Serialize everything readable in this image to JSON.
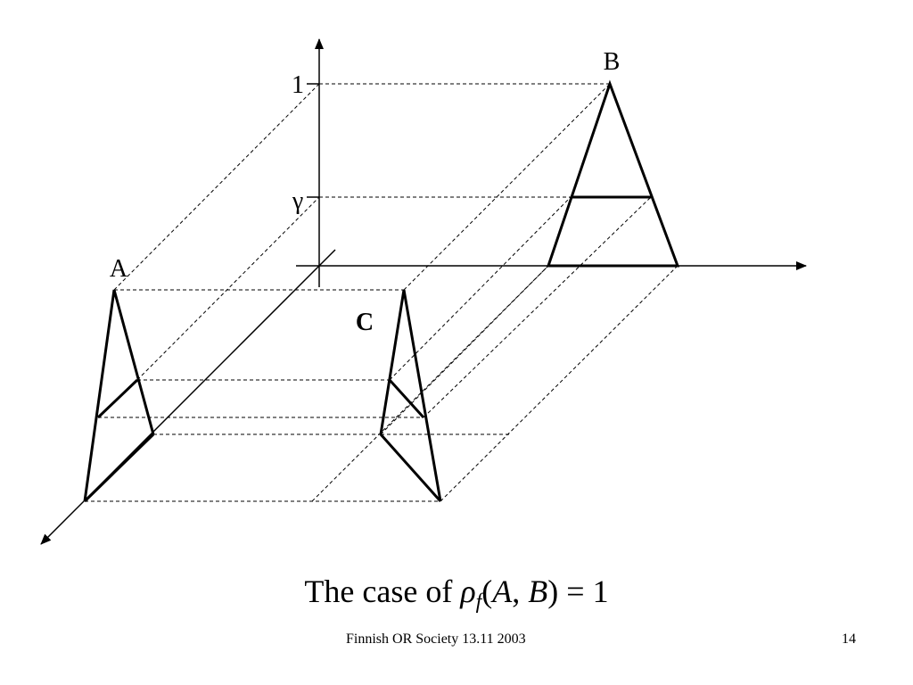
{
  "diagram": {
    "axis_value_top": "1",
    "axis_value_gamma": "γ",
    "label_a": "A",
    "label_b": "B",
    "label_c": "C"
  },
  "caption": {
    "prefix": "The case of ",
    "rho": "ρ",
    "sub": "f",
    "open_paren": "(",
    "arg_a": "A",
    "comma": ", ",
    "arg_b": "B",
    "suffix": ") = 1"
  },
  "footer": {
    "left": "Finnish OR Society 13.11 2003",
    "right": "14"
  }
}
